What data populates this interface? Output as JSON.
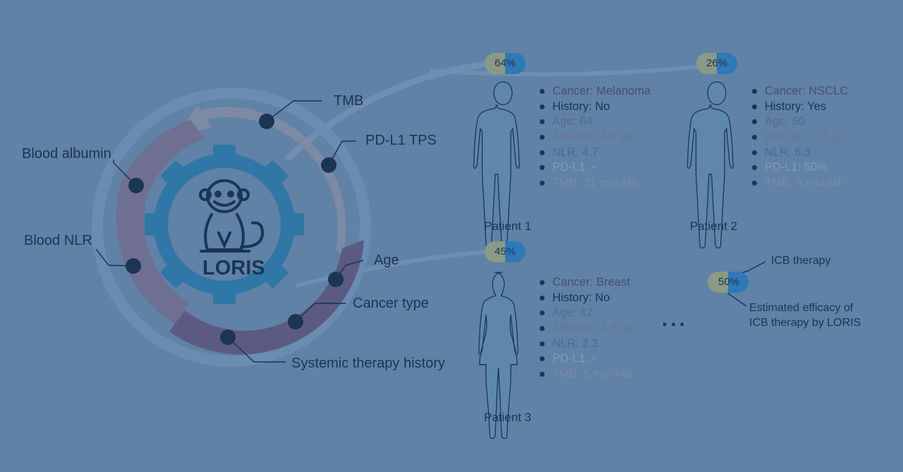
{
  "features": {
    "tmb": "TMB",
    "pdl1": "PD-L1 TPS",
    "albumin": "Blood albumin",
    "nlr": "Blood NLR",
    "age": "Age",
    "cancer_type": "Cancer type",
    "therapy_history": "Systemic therapy history"
  },
  "logo_text": "LORIS",
  "patients": [
    {
      "name": "Patient 1",
      "efficacy": "64%",
      "efficacy_value": 0.64,
      "items": [
        "Cancer: Melanoma",
        "History: No",
        "Age: 64",
        "Albumin: 4.8 g/L",
        "NLR: 4.7",
        "PD-L1: -",
        "TMB: 21 mut/Mb"
      ]
    },
    {
      "name": "Patient 2",
      "efficacy": "26%",
      "efficacy_value": 0.26,
      "items": [
        "Cancer: NSCLC",
        "History: Yes",
        "Age: 50",
        "Albumin: 3.5 g/L",
        "NLR: 6.3",
        "PD-L1: 50%",
        "TMB: 8 mut/Mb"
      ]
    },
    {
      "name": "Patient 3",
      "efficacy": "45%",
      "efficacy_value": 0.45,
      "items": [
        "Cancer: Breast",
        "History: No",
        "Age: 42",
        "Albumin: 4.6 g/L",
        "NLR: 2.3",
        "PD-L1: -",
        "TMB: 5 mut/Mb"
      ]
    }
  ],
  "ellipsis": "...",
  "legend": {
    "example_pct": "50%",
    "example_value": 0.5,
    "icb_label": "ICB therapy",
    "efficacy_label_line1": "Estimated efficacy of",
    "efficacy_label_line2": "ICB therapy by LORIS"
  },
  "colors": {
    "background": "#5f82a6",
    "ring_top": "#7d8aa3",
    "ring_left": "#6f6f91",
    "ring_bottom": "#5c5a82",
    "gear": "#2f77a7",
    "dark": "#1b3554",
    "pill_grey": "#8a9a85",
    "pill_blue": "#2e79b6",
    "body_fill": "#5f87ad"
  }
}
